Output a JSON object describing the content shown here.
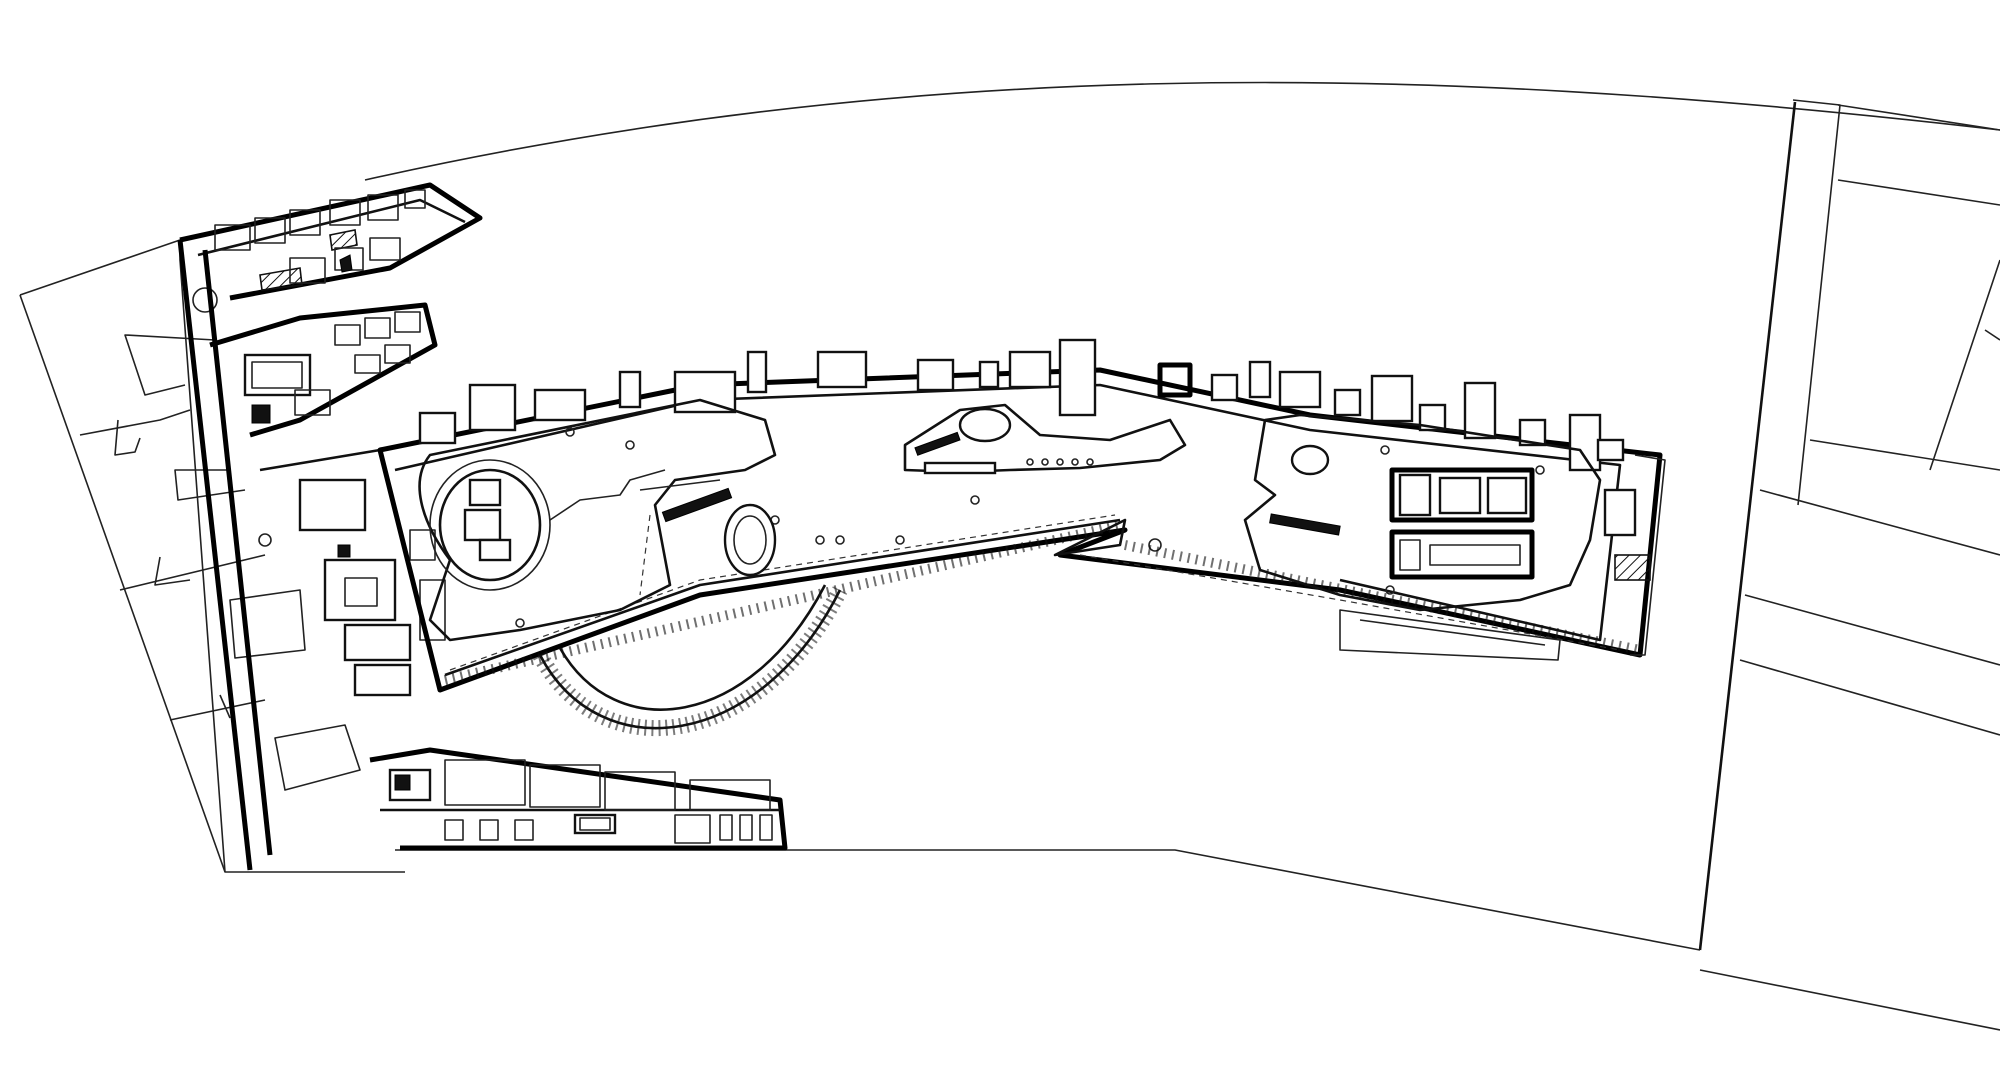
{
  "drawing": {
    "kind": "architectural floor plan",
    "line_color": "#111111",
    "background_color": "#ffffff",
    "text_labels": []
  },
  "icons": {
    "column": "column-dot",
    "stair": "stair-hatch",
    "furniture": "furniture-block"
  }
}
